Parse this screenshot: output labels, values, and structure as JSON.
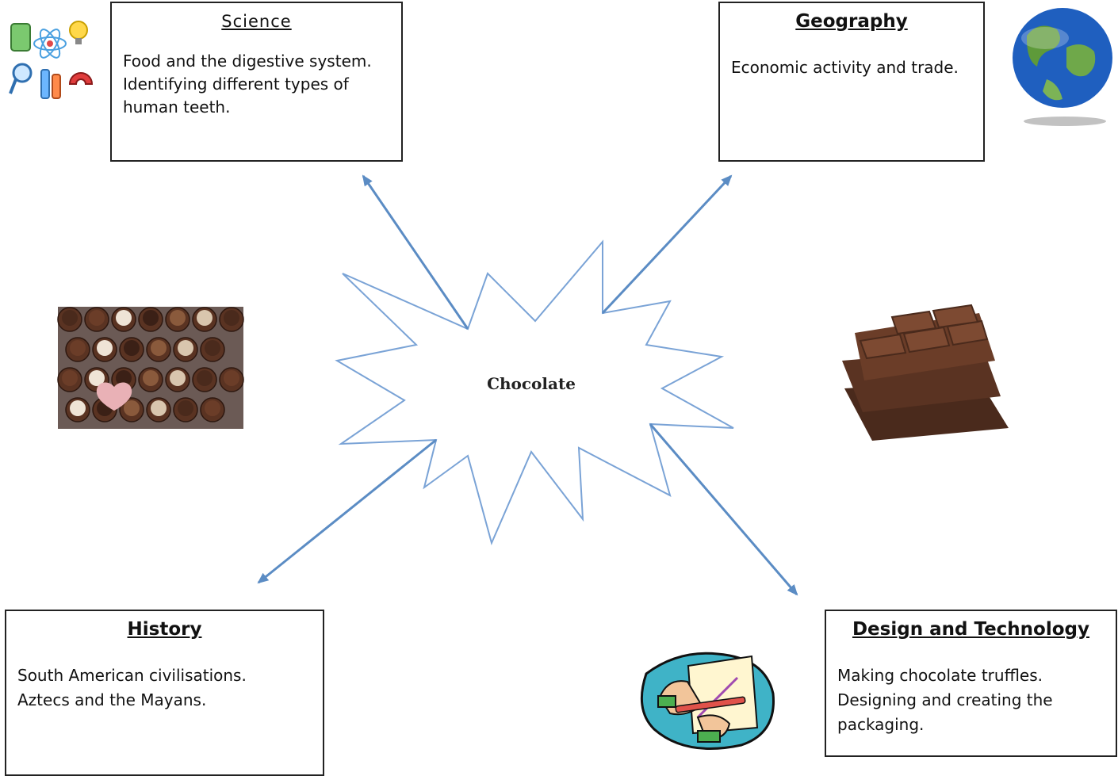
{
  "center": {
    "label": "Chocolate"
  },
  "boxes": {
    "science": {
      "heading": "Science",
      "body": "Food and the digestive system.\nIdentifying different types of\nhuman teeth."
    },
    "geography": {
      "heading": "Geography",
      "body": "Economic activity and trade."
    },
    "history": {
      "heading": "History",
      "body": "South American civilisations.\nAztecs and the Mayans."
    },
    "design_technology": {
      "heading": "Design and Technology",
      "body": "Making chocolate truffles.\nDesigning and creating the\npackaging."
    }
  },
  "colors": {
    "arrow": "#5b8cc4",
    "starburst": "#7aa3d6",
    "border": "#222222"
  },
  "images": [
    "science-clipart-icon",
    "earth-globe-icon",
    "chocolate-truffles-photo",
    "chocolate-bar-photo",
    "design-drawing-clipart-icon"
  ]
}
